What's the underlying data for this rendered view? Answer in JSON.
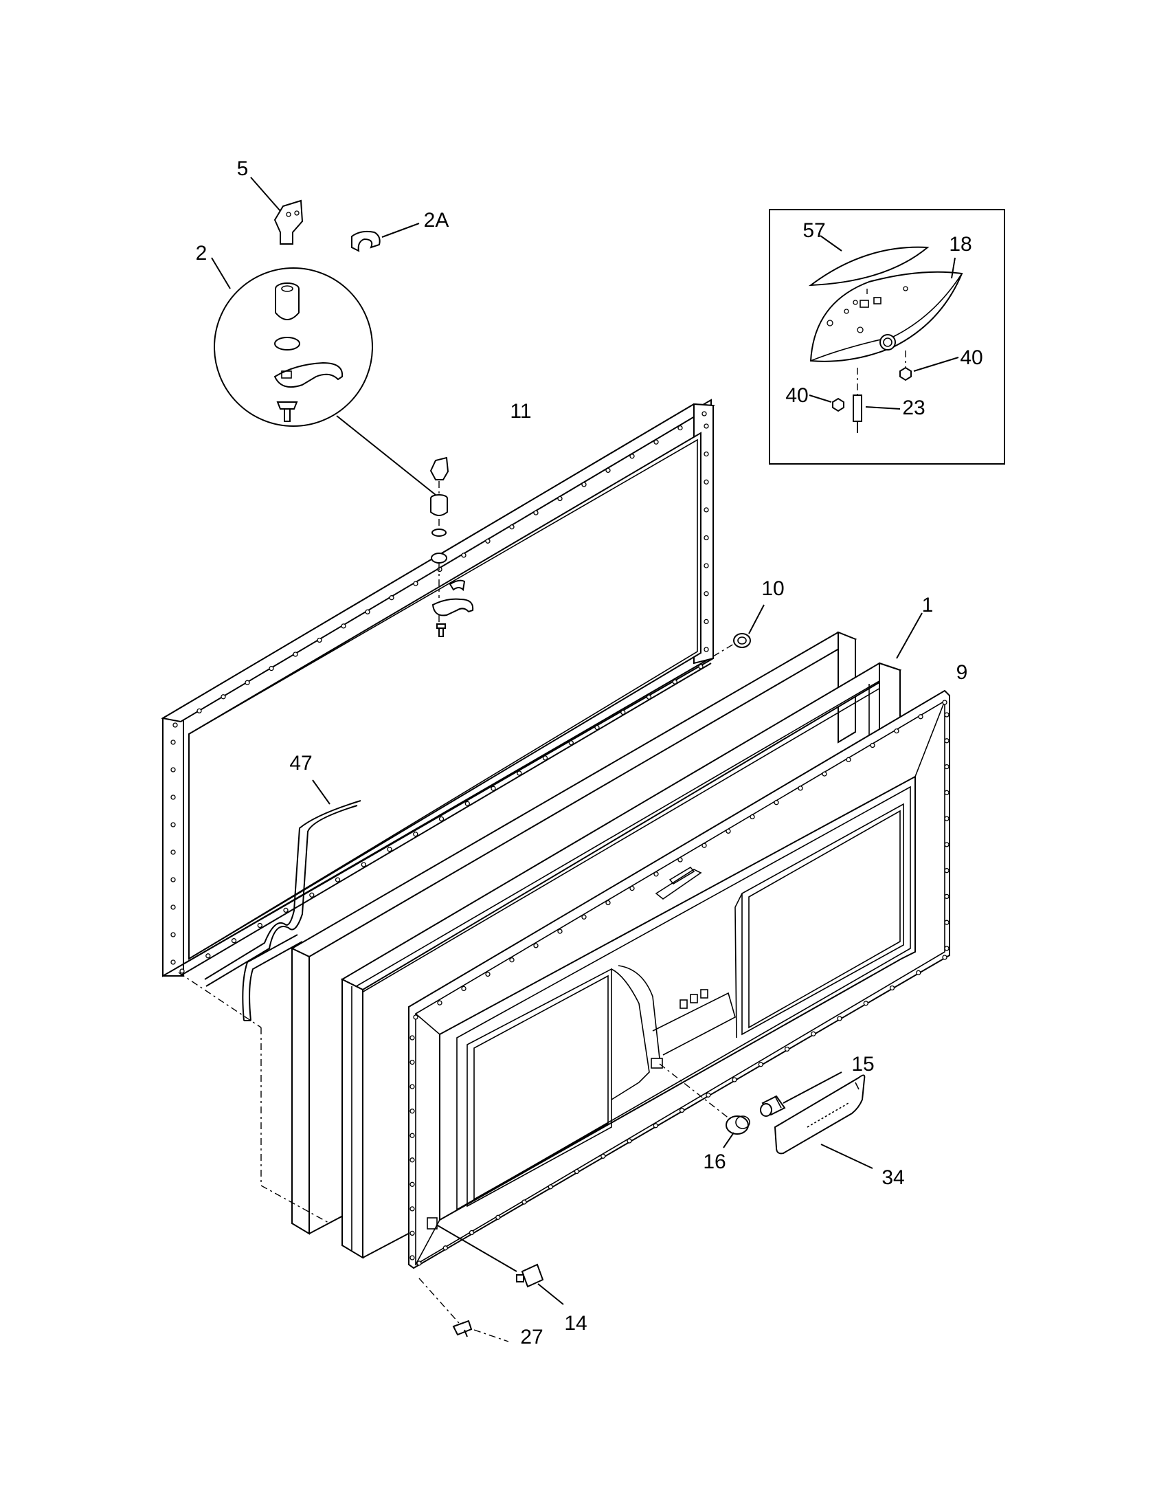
{
  "labels": {
    "p5": "5",
    "p2": "2",
    "p2a": "2A",
    "p11": "11",
    "p10": "10",
    "p1": "1",
    "p9": "9",
    "p47": "47",
    "p15": "15",
    "p16": "16",
    "p34": "34",
    "p14": "14",
    "p27": "27",
    "p57": "57",
    "p18": "18",
    "p40a": "40",
    "p40b": "40",
    "p23": "23"
  },
  "colors": {
    "line": "#000000",
    "background": "#ffffff"
  }
}
